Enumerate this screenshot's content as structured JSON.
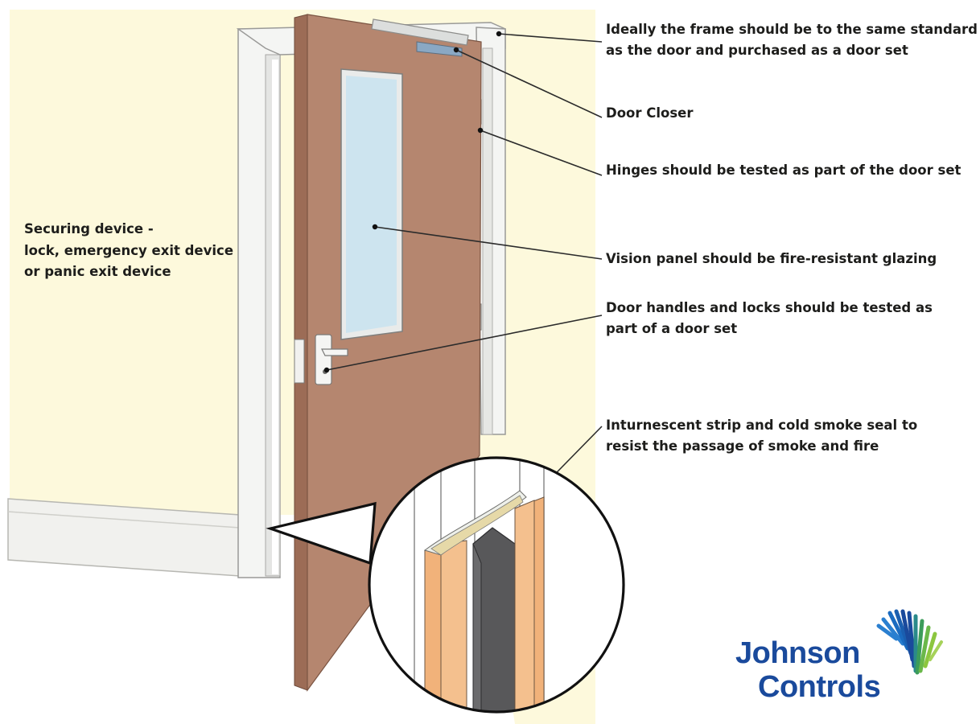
{
  "callouts": {
    "frame": [
      "Ideally the frame should be to the same standard",
      "as the door and purchased as a door set"
    ],
    "closer": [
      "Door Closer"
    ],
    "hinges": [
      "Hinges should be tested as part of the door set"
    ],
    "vision": [
      "Vision panel should be fire-resistant glazing"
    ],
    "handles": [
      "Door handles and locks should be tested as",
      "part of a door set"
    ],
    "strip": [
      "Inturnescent strip and cold smoke seal to",
      "resist the passage of smoke and fire"
    ]
  },
  "securing": [
    "Securing device -",
    "lock, emergency exit device",
    "or panic exit device"
  ],
  "logo": {
    "line1": "Johnson",
    "line2": "Controls"
  },
  "colors": {
    "wall": "#fdf9dc",
    "door": "#b5866f",
    "frame": "#f4f5f3",
    "glass": "#cde4ef",
    "intumescent_orange": "#f1b27a",
    "seal_grey": "#58585a",
    "logo_blue": "#1a4a9c",
    "logo_green": "#8cc63f"
  }
}
